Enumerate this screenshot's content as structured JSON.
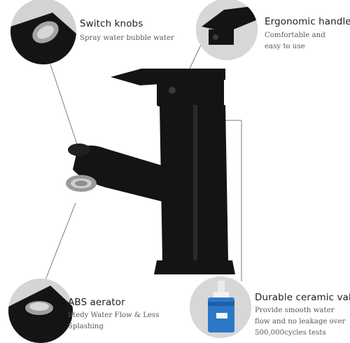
{
  "colors": {
    "faucet": "#141414",
    "callout_line": "#7a7a7a",
    "circle_bg": "#d7d7d7",
    "title": "#1e1e1e",
    "desc": "#5a5a5a"
  },
  "callouts": {
    "switch_knobs": {
      "title": "Switch knobs",
      "lines": [
        "Spray water bubble water"
      ]
    },
    "ergonomic_handle": {
      "title": "Ergonomic handle",
      "lines": [
        "Comfortable and",
        "easy to use"
      ]
    },
    "abs_aerator": {
      "title": "ABS aerator",
      "lines": [
        "Stedy Water Flow & Less",
        "Splashing"
      ]
    },
    "ceramic_valve": {
      "title": "Durable ceramic valve",
      "lines": [
        "Provide smooth water",
        "flow and no leakage over",
        "500,000cycles tests"
      ]
    }
  },
  "icons": {
    "product": "black-pull-out-faucet-image",
    "switch_detail": "spray-head-closeup-icon",
    "handle_detail": "lever-handle-closeup-icon",
    "aerator_detail": "aerator-closeup-icon",
    "valve_detail": "ceramic-cartridge-icon"
  }
}
